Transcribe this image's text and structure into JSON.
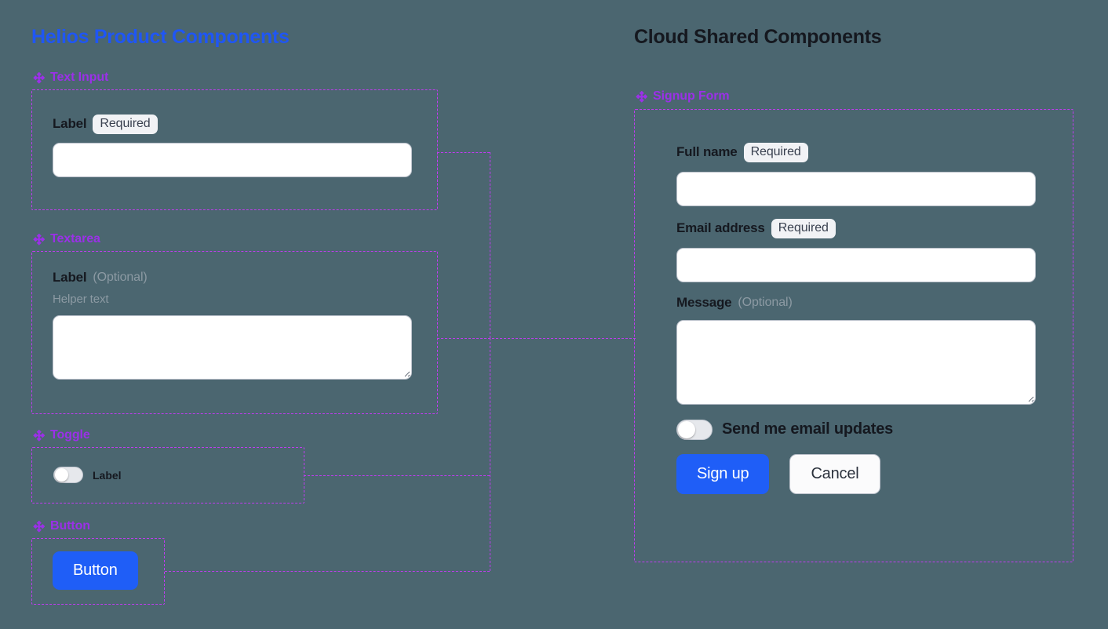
{
  "boards": {
    "left": {
      "title": "Helios Product Components",
      "title_color": "#1f56f5"
    },
    "right": {
      "title": "Cloud Shared Components",
      "title_color": "#15181f"
    }
  },
  "theme": {
    "background": "#4b6670",
    "frame_border": "#c03cf0",
    "section_label_color": "#9b30e8",
    "primary_button": "#1f5ef7",
    "badge_background": "#f1f2f5",
    "muted_text": "#8c9aa3"
  },
  "left_sections": [
    {
      "label": "Text Input",
      "icon": "diamond-cluster-icon"
    },
    {
      "label": "Textarea",
      "icon": "diamond-cluster-icon"
    },
    {
      "label": "Toggle",
      "icon": "diamond-cluster-icon"
    },
    {
      "label": "Button",
      "icon": "diamond-cluster-icon"
    }
  ],
  "text_input_component": {
    "label": "Label",
    "badge": "Required",
    "value": "",
    "placeholder": ""
  },
  "textarea_component": {
    "label": "Label",
    "optional_note": "(Optional)",
    "helper_text": "Helper text",
    "value": "",
    "placeholder": ""
  },
  "toggle_component": {
    "label": "Label",
    "state": "off"
  },
  "button_component": {
    "label": "Button"
  },
  "right_sections": [
    {
      "label": "Signup Form",
      "icon": "diamond-cluster-icon"
    }
  ],
  "signup_form": {
    "fields": [
      {
        "label": "Full name",
        "badge": "Required",
        "value": "",
        "placeholder": "",
        "type": "text"
      },
      {
        "label": "Email address",
        "badge": "Required",
        "value": "",
        "placeholder": "",
        "type": "text"
      },
      {
        "label": "Message",
        "optional_note": "(Optional)",
        "value": "",
        "placeholder": "",
        "type": "textarea"
      }
    ],
    "toggle": {
      "label": "Send me email updates",
      "state": "off"
    },
    "actions": {
      "primary": "Sign up",
      "secondary": "Cancel"
    }
  }
}
